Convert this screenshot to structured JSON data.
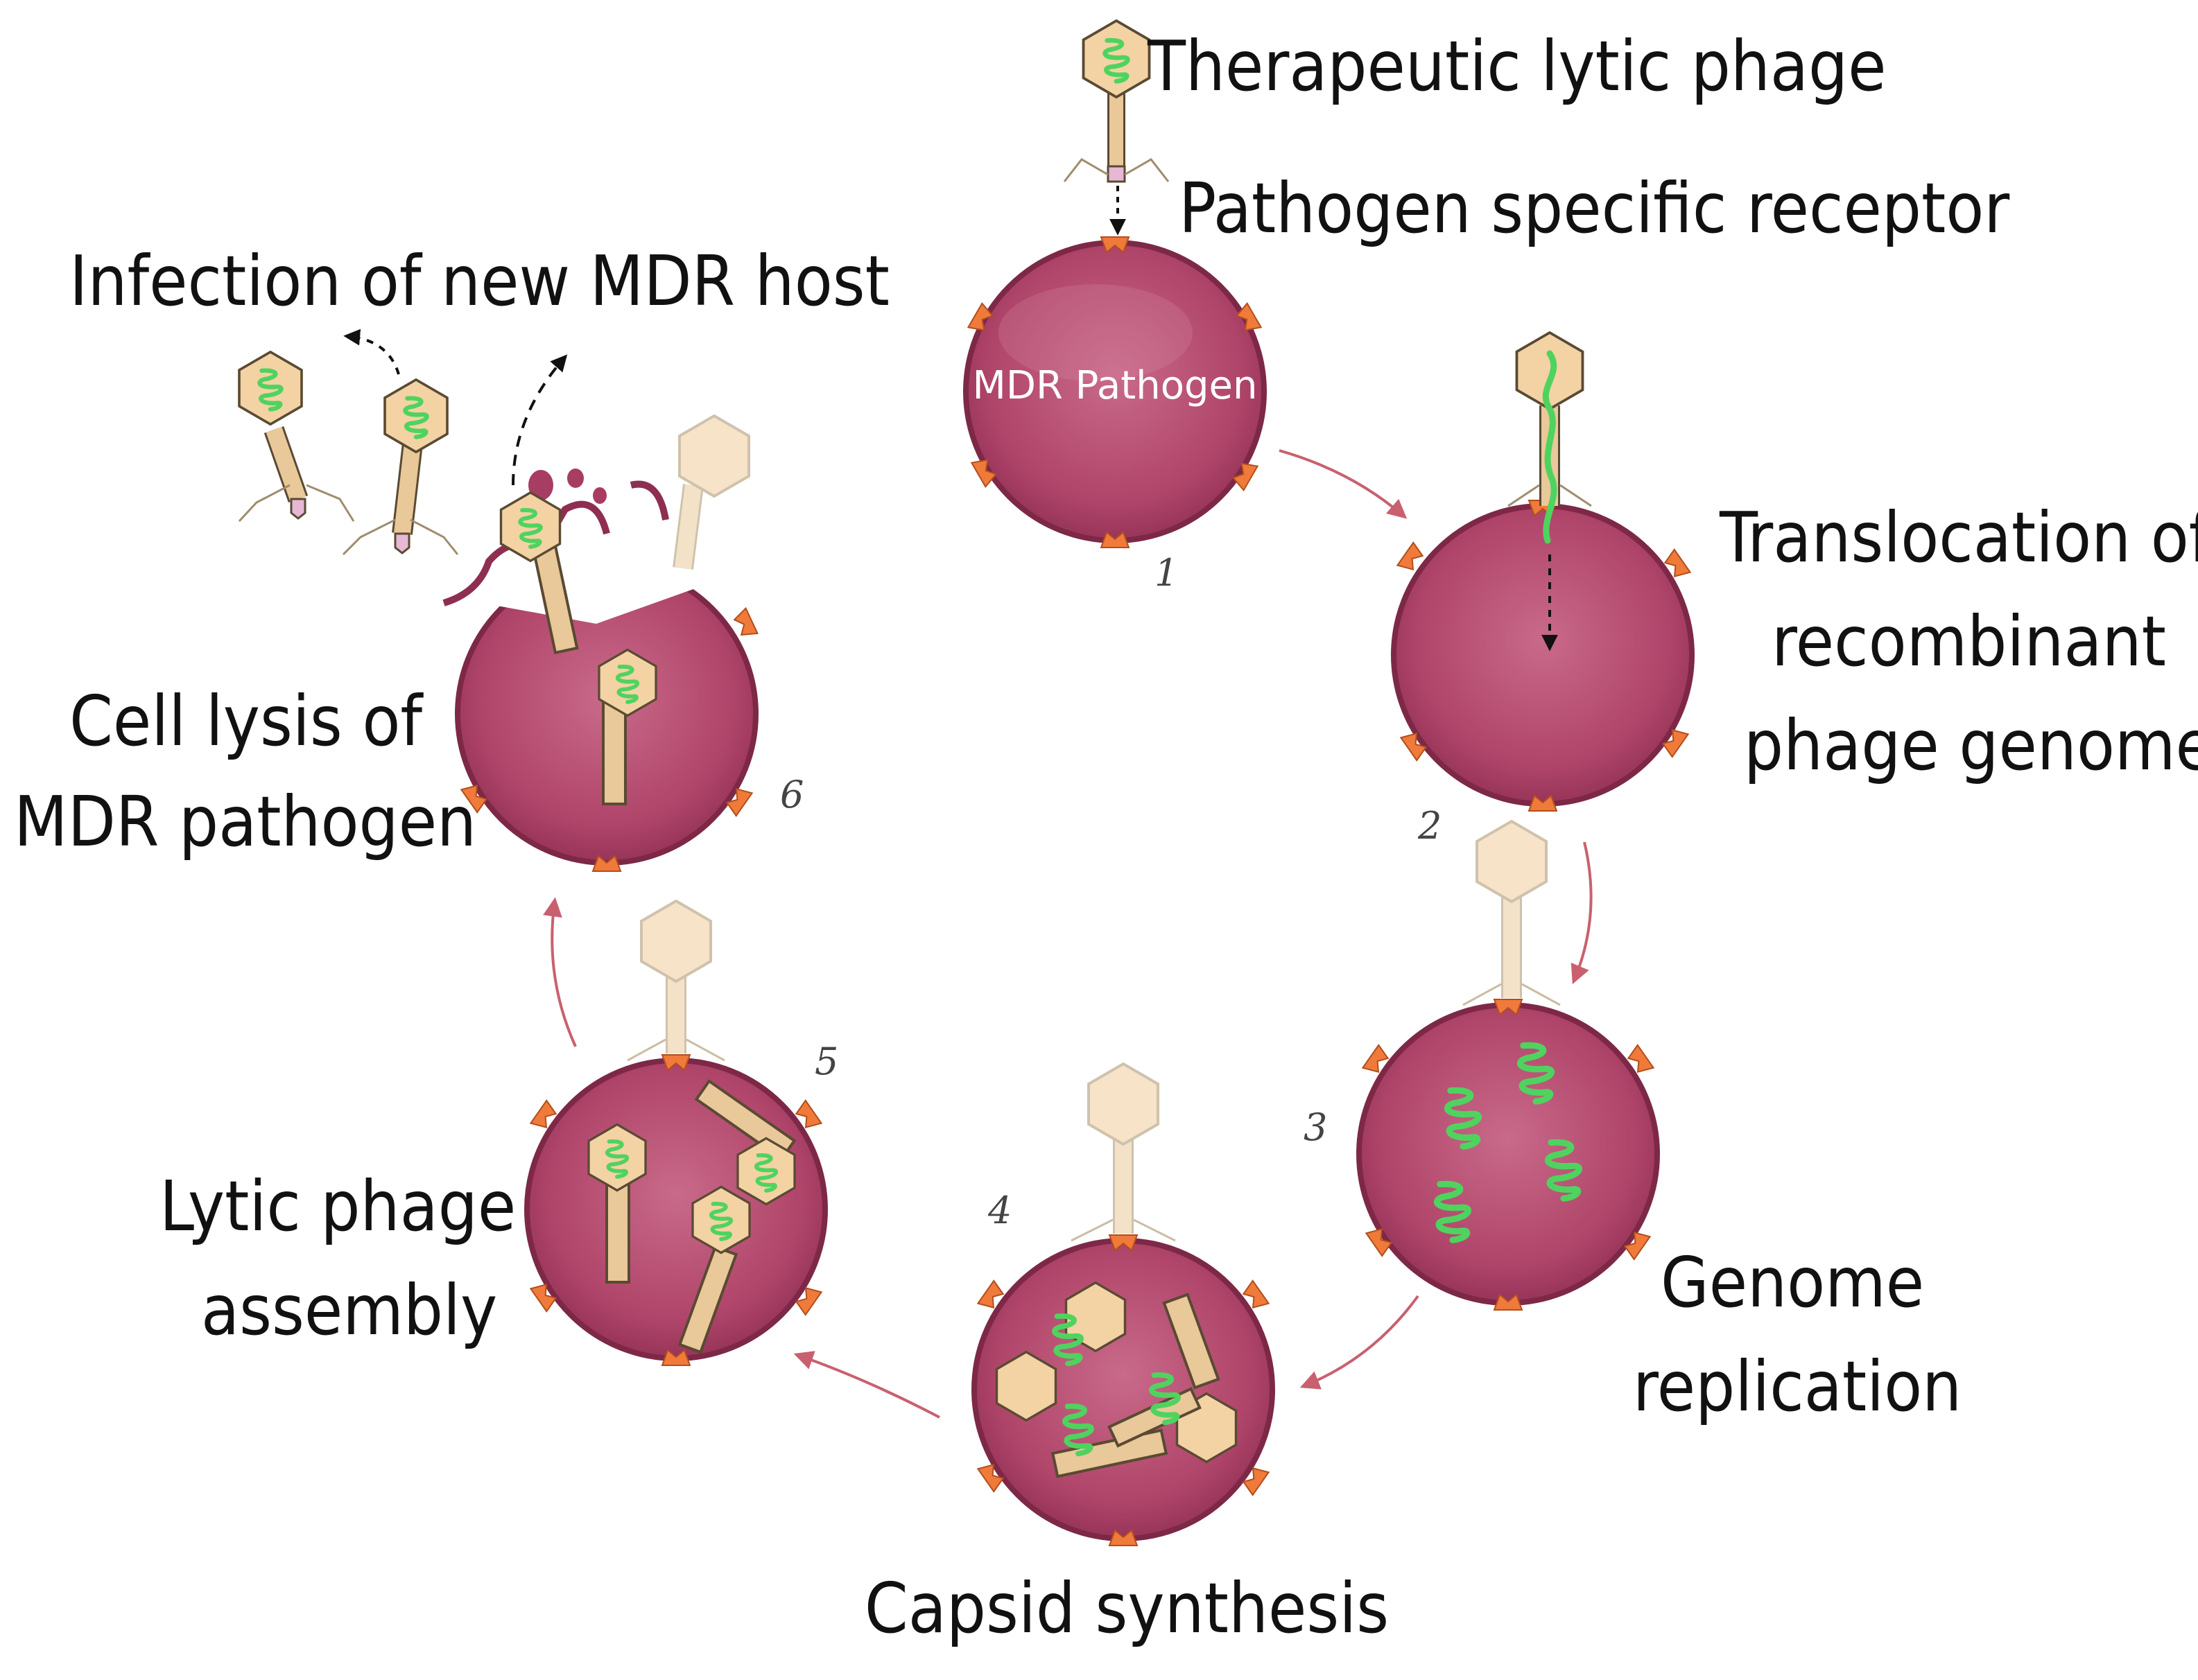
{
  "labels": {
    "phage": "Therapeutic lytic phage",
    "receptor": "Pathogen specific receptor",
    "infection": "Infection of new MDR host",
    "cell_name": "MDR Pathogen",
    "translocation": [
      "Translocation of",
      "recombinant",
      "phage genome"
    ],
    "lysis": [
      "Cell lysis of",
      "MDR pathogen"
    ],
    "replication": [
      "Genome",
      "replication"
    ],
    "assembly": [
      "Lytic phage",
      "assembly"
    ],
    "capsid": "Capsid synthesis"
  },
  "steps": [
    "1",
    "2",
    "3",
    "4",
    "5",
    "6"
  ],
  "colors": {
    "cell_fill": "#b5476c",
    "cell_edge": "#8a2d4e",
    "receptor": "#f07a3a",
    "capsid": "#f3d2a4",
    "capsid_faded": "#f6e3c8",
    "genome": "#4fd35f",
    "arrow": "#c9606f"
  }
}
